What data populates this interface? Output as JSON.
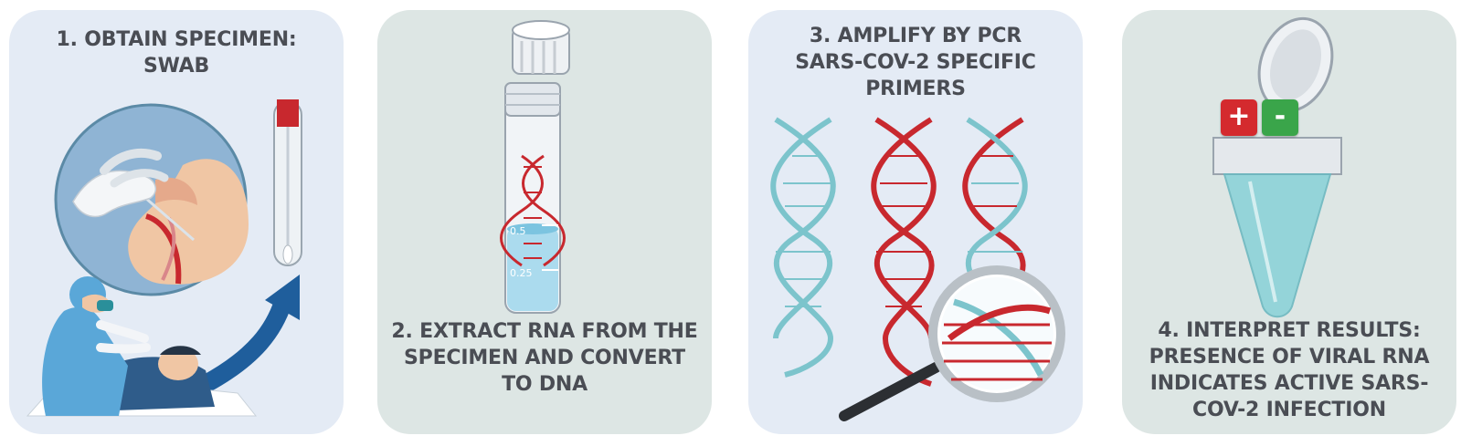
{
  "steps": [
    {
      "title": "1. OBTAIN SPECIMEN:\nSWAB"
    },
    {
      "title": "2. EXTRACT RNA FROM THE\nSPECIMEN AND  CONVERT\nTO DNA"
    },
    {
      "title": "3. AMPLIFY BY PCR\nSARS-COV-2 SPECIFIC\nPRIMERS"
    },
    {
      "title": "4. INTERPRET RESULTS:\nPRESENCE OF VIRAL RNA\nINDICATES ACTIVE SARS-\nCOV-2 INFECTION"
    }
  ],
  "tube_marks": [
    "0.5",
    "0.25"
  ],
  "result_signs": {
    "positive": "+",
    "negative": "-"
  },
  "colors": {
    "panel_blue": "#e4ebf5",
    "panel_green": "#dde6e4",
    "title_text": "#4a4d54",
    "dna_red": "#c8282e",
    "dna_teal": "#7cc4cc",
    "arrow_blue": "#1f5e9c",
    "positive_red": "#d42a2e",
    "negative_green": "#3aa54a"
  }
}
